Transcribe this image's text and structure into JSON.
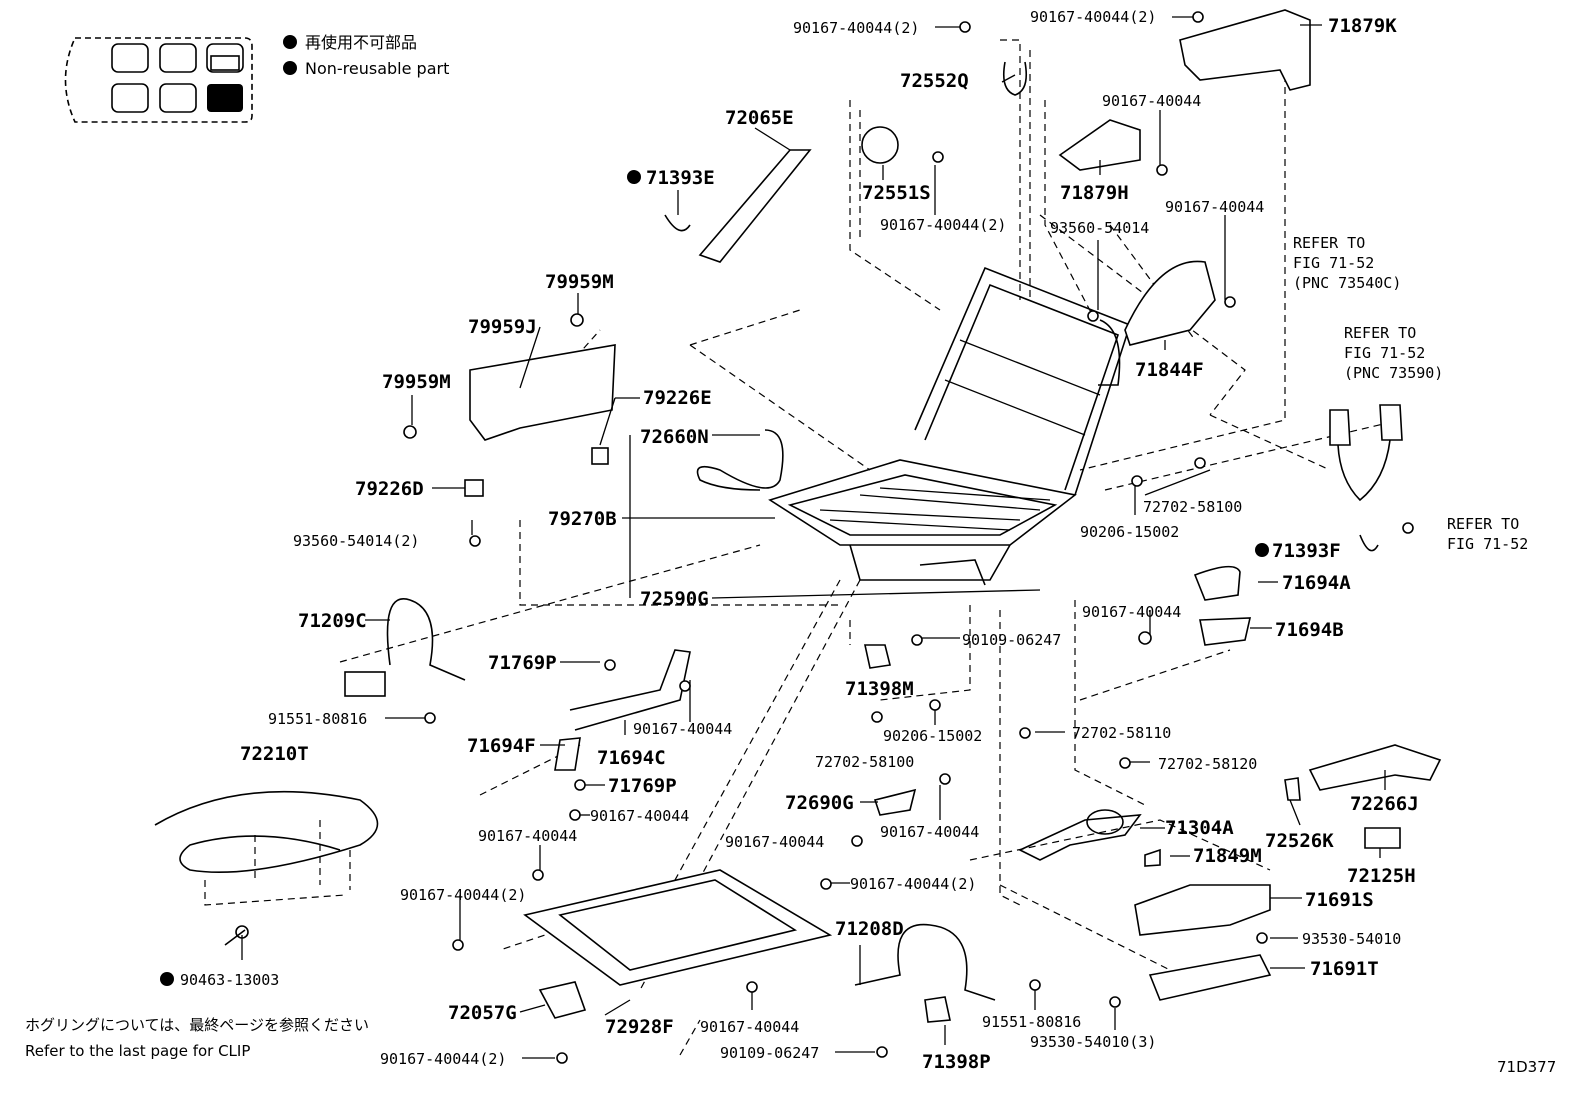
{
  "legend": {
    "jp": "再使用不可部品",
    "en": "Non-reusable part"
  },
  "footer": {
    "jp": "ホグリングについては、最終ページを参照ください",
    "en": "Refer to the last page for CLIP",
    "code": "71D377"
  },
  "parts": {
    "p90167_40044_2_a": "90167-40044(2)",
    "p90167_40044_2_b": "90167-40044(2)",
    "p71879K": "71879K",
    "p72552Q": "72552Q",
    "p90167_40044_c": "90167-40044",
    "p72065E": "72065E",
    "p71393E": "71393E",
    "p72551S": "72551S",
    "p90167_40044_2_d": "90167-40044(2)",
    "p71879H": "71879H",
    "p90167_40044_e": "90167-40044",
    "p93560_54014": "93560-54014",
    "p79959M_a": "79959M",
    "p79959J": "79959J",
    "p71844F": "71844F",
    "p79959M_b": "79959M",
    "p79226E": "79226E",
    "p72660N": "72660N",
    "p79226D": "79226D",
    "p72702_58100_a": "72702-58100",
    "p90206_15002_a": "90206-15002",
    "p79270B": "79270B",
    "p93560_54014_2": "93560-54014(2)",
    "p71393F": "71393F",
    "p71694A": "71694A",
    "p72590G": "72590G",
    "p71209C": "71209C",
    "p90167_40044_f": "90167-40044",
    "p71694B": "71694B",
    "p71769P_a": "71769P",
    "p90109_06247_a": "90109-06247",
    "p71398M": "71398M",
    "p91551_80816_a": "91551-80816",
    "p90167_40044_g": "90167-40044",
    "p72702_58110": "72702-58110",
    "p90206_15002_b": "90206-15002",
    "p71694F": "71694F",
    "p71694C": "71694C",
    "p72210T": "72210T",
    "p72702_58100_b": "72702-58100",
    "p72702_58120": "72702-58120",
    "p71769P_b": "71769P",
    "p72266J": "72266J",
    "p72690G": "72690G",
    "p90167_40044_h": "90167-40044",
    "p71304A": "71304A",
    "p90167_40044_i": "90167-40044",
    "p72526K": "72526K",
    "p90167_40044_j": "90167-40044",
    "p90167_40044_k": "90167-40044",
    "p71849M": "71849M",
    "p72125H": "72125H",
    "p90167_40044_2_l": "90167-40044(2)",
    "p90167_40044_2_m": "90167-40044(2)",
    "p71691S": "71691S",
    "p71208D": "71208D",
    "p93530_54010": "93530-54010",
    "p90463_13003": "90463-13003",
    "p71691T": "71691T",
    "p72057G": "72057G",
    "p72928F": "72928F",
    "p90167_40044_n": "90167-40044",
    "p91551_80816_b": "91551-80816",
    "p90167_40044_2_o": "90167-40044(2)",
    "p90109_06247_b": "90109-06247",
    "p71398P": "71398P",
    "p93530_54010_3": "93530-54010(3)"
  },
  "refs": {
    "r1_l1": "REFER TO",
    "r1_l2": "FIG 71-52",
    "r1_l3": "(PNC 73540C)",
    "r2_l1": "REFER TO",
    "r2_l2": "FIG 71-52",
    "r2_l3": "(PNC 73590)",
    "r3_l1": "REFER TO",
    "r3_l2": "FIG 71-52"
  }
}
